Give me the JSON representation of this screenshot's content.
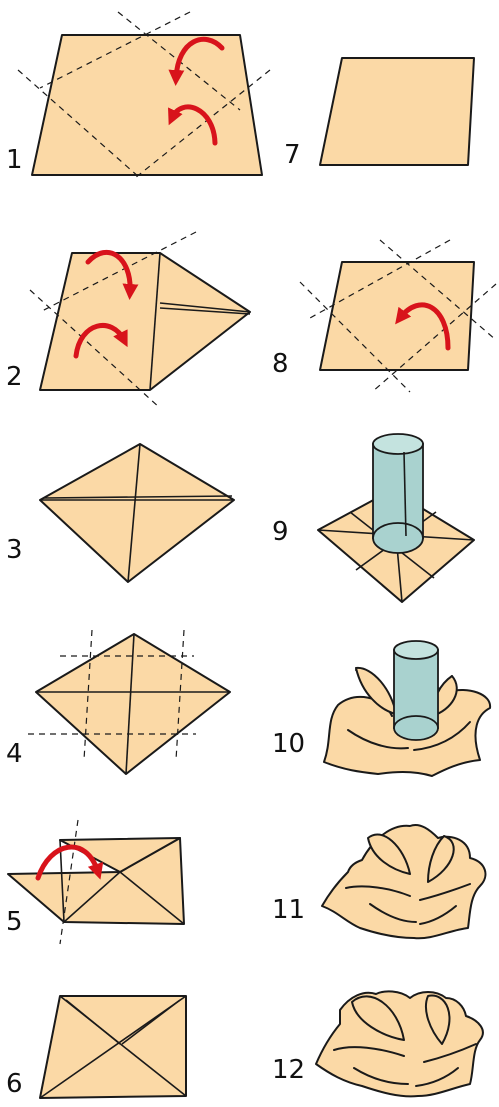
{
  "steps": [
    {
      "id": 1,
      "label": "1"
    },
    {
      "id": 2,
      "label": "2"
    },
    {
      "id": 3,
      "label": "3"
    },
    {
      "id": 4,
      "label": "4"
    },
    {
      "id": 5,
      "label": "5"
    },
    {
      "id": 6,
      "label": "6"
    },
    {
      "id": 7,
      "label": "7"
    },
    {
      "id": 8,
      "label": "8"
    },
    {
      "id": 9,
      "label": "9"
    },
    {
      "id": 10,
      "label": "10"
    },
    {
      "id": 11,
      "label": "11"
    },
    {
      "id": 12,
      "label": "12"
    }
  ],
  "colors": {
    "paper": "#fbd9a6",
    "ink": "#1a1a1a",
    "arrow": "#d8131b",
    "glass": "#a9d2cf",
    "glass_top": "#c4e3df"
  }
}
